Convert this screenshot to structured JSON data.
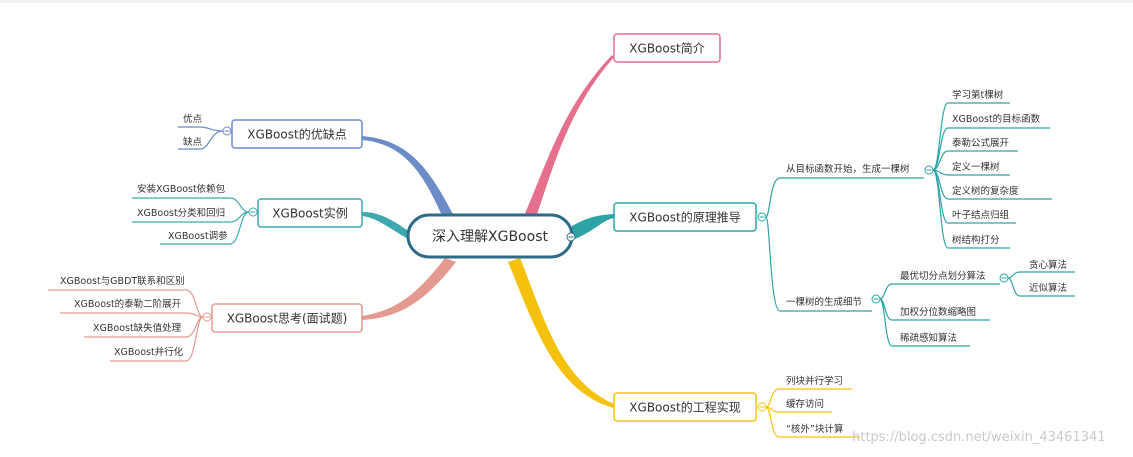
{
  "center": {
    "label": "深入理解XGBoost"
  },
  "colors": {
    "center": "#2e6b86",
    "pros_cons": "#6c8cc7",
    "examples": "#3da8b0",
    "thinking": "#e49a91",
    "intro": "#e66f8c",
    "principle": "#2ea3a6",
    "engineering": "#f4c20d"
  },
  "branches": {
    "intro": {
      "label": "XGBoost简介"
    },
    "pros_cons": {
      "label": "XGBoost的优缺点",
      "leaves": [
        "优点",
        "缺点"
      ]
    },
    "examples": {
      "label": "XGBoost实例",
      "leaves": [
        "安装XGBoost依赖包",
        "XGBoost分类和回归",
        "XGBoost调参"
      ]
    },
    "thinking": {
      "label": "XGBoost思考(面试题)",
      "leaves": [
        "XGBoost与GBDT联系和区别",
        "XGBoost的泰勒二阶展开",
        "XGBoost缺失值处理",
        "XGBoost并行化"
      ]
    },
    "principle": {
      "label": "XGBoost的原理推导",
      "sub1": {
        "label": "从目标函数开始，生成一棵树",
        "leaves": [
          "学习第t棵树",
          "XGBoost的目标函数",
          "泰勒公式展开",
          "定义一棵树",
          "定义树的复杂度",
          "叶子结点归组",
          "树结构打分"
        ]
      },
      "sub2": {
        "label": "一棵树的生成细节",
        "split": {
          "label": "最优切分点划分算法",
          "leaves": [
            "贪心算法",
            "近似算法"
          ]
        },
        "leaves": [
          "加权分位数缩略图",
          "稀疏感知算法"
        ]
      }
    },
    "engineering": {
      "label": "XGBoost的工程实现",
      "leaves": [
        "列块并行学习",
        "缓存访问",
        "“核外”块计算"
      ]
    }
  },
  "watermark": "https://blog.csdn.net/weixin_43461341"
}
